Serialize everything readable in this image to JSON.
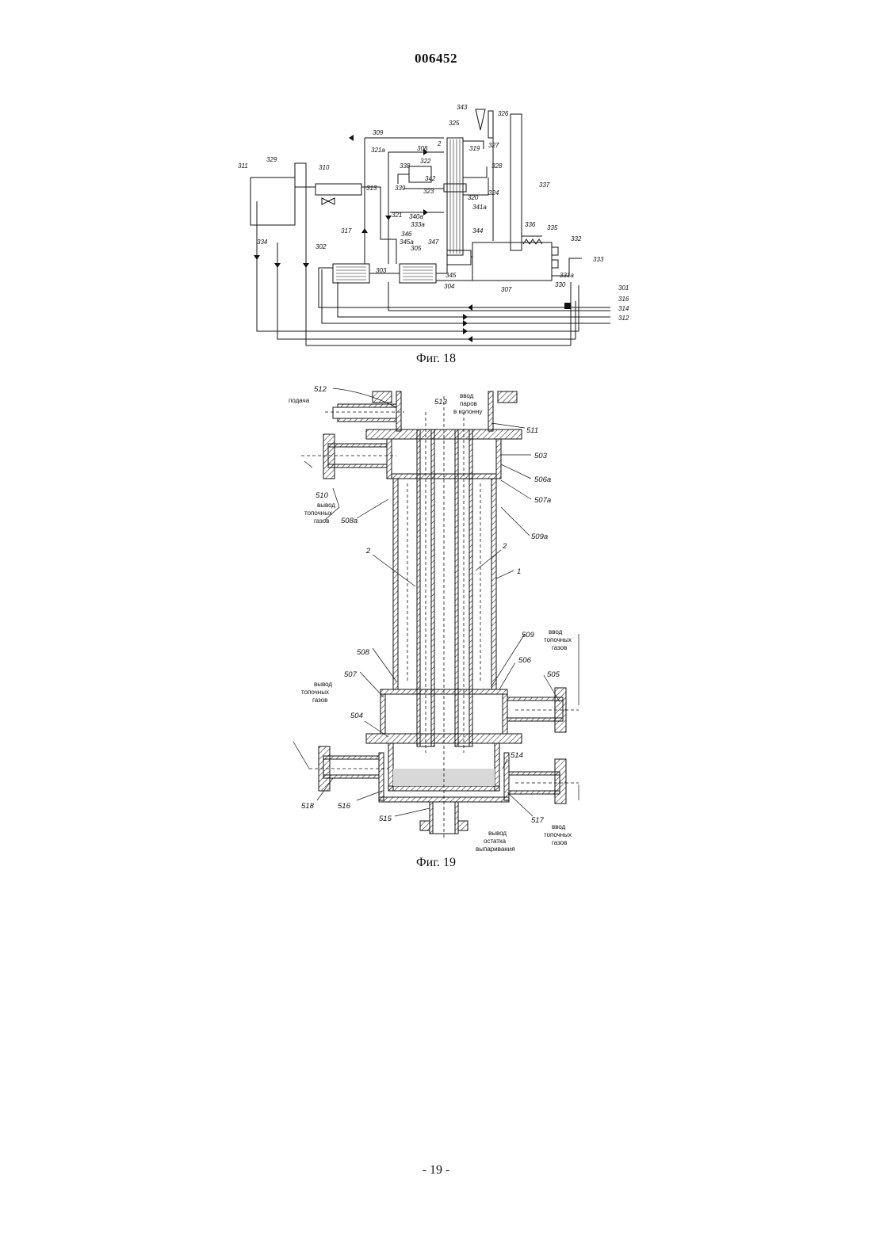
{
  "header": {
    "doc_number": "006452"
  },
  "footer": {
    "page": "- 19 -"
  },
  "fig18": {
    "caption": "Фиг. 18",
    "refs": {
      "r343": "343",
      "r325": "325",
      "r326": "326",
      "r309": "309",
      "r2": "2",
      "r319": "319",
      "r327": "327",
      "r321a": "321a",
      "r308": "308",
      "r338": "338",
      "r322": "322",
      "r328": "328",
      "r311": "311",
      "r329": "329",
      "r310": "310",
      "r342": "342",
      "r324": "324",
      "r339": "339",
      "r323": "323",
      "r320": "320",
      "r313": "313",
      "r337": "337",
      "r341a": "341a",
      "r321": "321",
      "r340a": "340a",
      "r336": "336",
      "r335": "335",
      "r332": "332",
      "r333a": "333a",
      "r317": "317",
      "r346": "346",
      "r344": "344",
      "r334": "334",
      "r302": "302",
      "r345a": "345a",
      "r305": "305",
      "r347": "347",
      "r333": "333",
      "r303": "303",
      "r304": "304",
      "r345": "345",
      "r307": "307",
      "r331a": "331a",
      "r330": "330",
      "r301": "301",
      "r316": "316",
      "r314": "314",
      "r312": "312"
    }
  },
  "fig19": {
    "caption": "Фиг. 19",
    "labels": {
      "feed": "подача",
      "vapor_in": [
        "ввод",
        "паров",
        "в колонну"
      ],
      "flue_out_top": [
        "вывод",
        "топочных",
        "газов"
      ],
      "flue_in_mid": [
        "ввод",
        "топочных",
        "газов"
      ],
      "flue_out_mid": [
        "вывод",
        "топочных",
        "газов"
      ],
      "residue_out": [
        "вывод",
        "остатка",
        "выпаривания"
      ],
      "flue_in_bottom": [
        "ввод",
        "топочных",
        "газов"
      ]
    },
    "refs": {
      "r512": "512",
      "r513": "513",
      "r511": "511",
      "r503": "503",
      "r506a": "506a",
      "r507a": "507a",
      "r510": "510",
      "r508a": "508a",
      "r509a": "509a",
      "r2a": "2",
      "r2b": "2",
      "r1": "1",
      "r509": "509",
      "r508": "508",
      "r506": "506",
      "r507": "507",
      "r505": "505",
      "r504": "504",
      "r514": "514",
      "r518": "518",
      "r516": "516",
      "r515": "515",
      "r517": "517"
    }
  }
}
